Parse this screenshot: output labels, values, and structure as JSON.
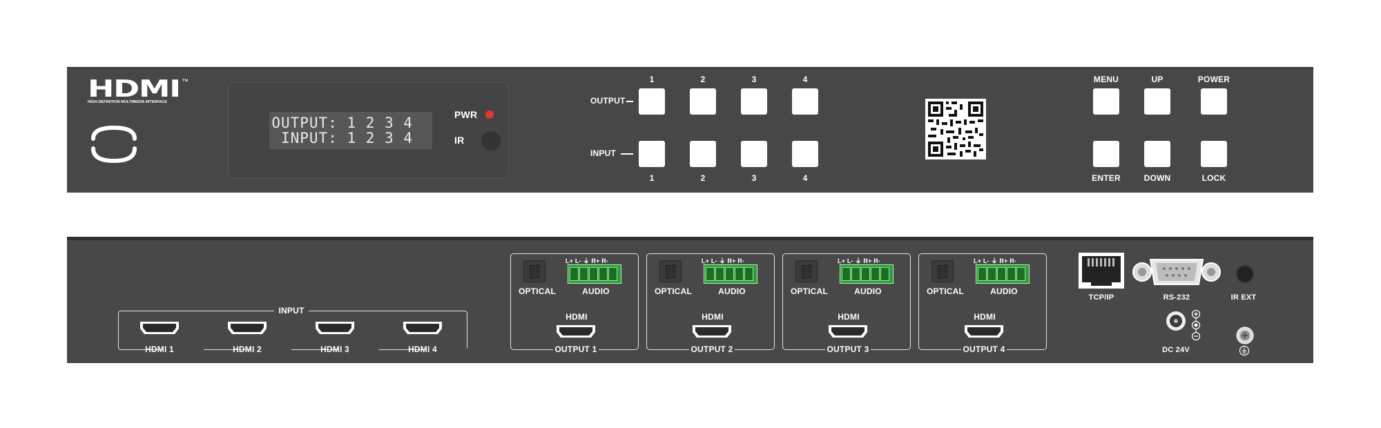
{
  "front": {
    "logo": {
      "text": "HDMI",
      "tm": "™",
      "subtitle": "HIGH-DEFINITION MULTIMEDIA INTERFACE"
    },
    "lcd": {
      "line1": "OUTPUT: 1 2 3 4",
      "line2": "INPUT: 1 2 3 4"
    },
    "indicators": {
      "pwr": "PWR",
      "ir": "IR",
      "pwr_color": "#e8342b"
    },
    "output_label": "OUTPUT",
    "input_label": "INPUT",
    "output_numbers": [
      "1",
      "2",
      "3",
      "4"
    ],
    "input_numbers": [
      "1",
      "2",
      "3",
      "4"
    ],
    "control_top": [
      "MENU",
      "UP",
      "POWER"
    ],
    "control_bottom": [
      "ENTER",
      "DOWN",
      "LOCK"
    ]
  },
  "rear": {
    "input_group_label": "INPUT",
    "inputs": [
      "HDMI 1",
      "HDMI 2",
      "HDMI 3",
      "HDMI 4"
    ],
    "outputs": [
      {
        "optical": "OPTICAL",
        "audio": "AUDIO",
        "hdmi": "HDMI",
        "label": "OUTPUT 1",
        "pins": "L+ L- ⏚ R+ R-"
      },
      {
        "optical": "OPTICAL",
        "audio": "AUDIO",
        "hdmi": "HDMI",
        "label": "OUTPUT 2",
        "pins": "L+ L- ⏚ R+ R-"
      },
      {
        "optical": "OPTICAL",
        "audio": "AUDIO",
        "hdmi": "HDMI",
        "label": "OUTPUT 3",
        "pins": "L+ L- ⏚ R+ R-"
      },
      {
        "optical": "OPTICAL",
        "audio": "AUDIO",
        "hdmi": "HDMI",
        "label": "OUTPUT 4",
        "pins": "L+ L- ⏚ R+ R-"
      }
    ],
    "tcpip": "TCP/IP",
    "rs232": "RS-232",
    "irext": "IR EXT",
    "dc": "DC 24V",
    "terminal_color": "#2f9b3a"
  }
}
